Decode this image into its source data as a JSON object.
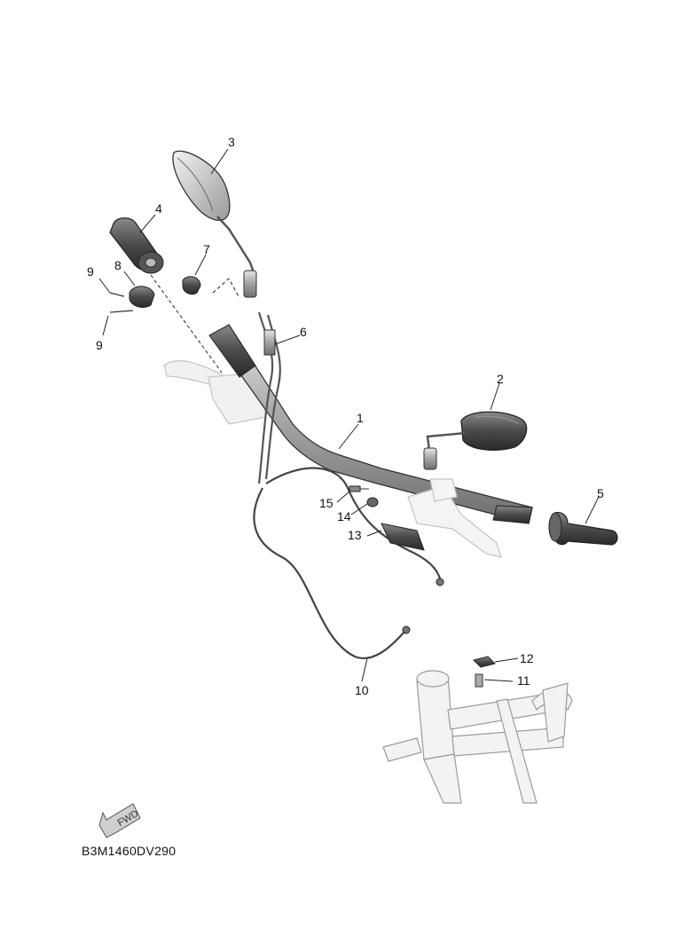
{
  "doc_code": "B3M1460DV290",
  "fwd_label": "FWD",
  "callouts": [
    "1",
    "2",
    "3",
    "4",
    "5",
    "6",
    "7",
    "8",
    "9",
    "9",
    "10",
    "11",
    "12",
    "13",
    "14",
    "15"
  ]
}
